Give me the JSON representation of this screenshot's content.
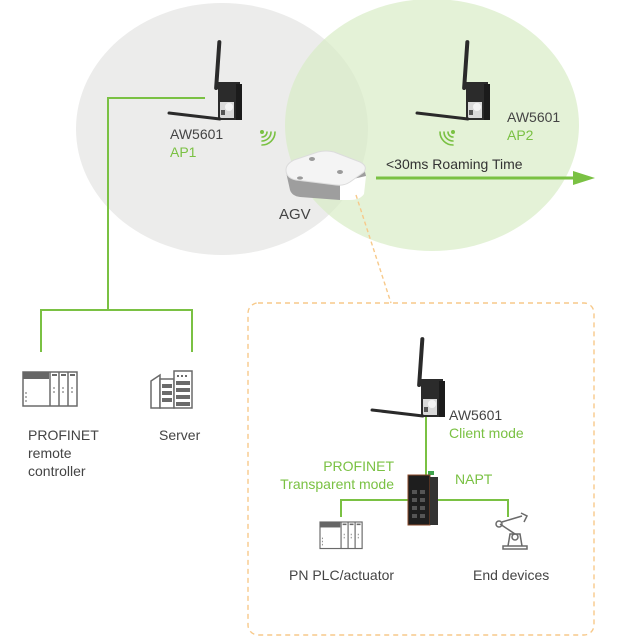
{
  "colors": {
    "accent_green": "#7ac143",
    "circle_ap1": "#ececeb",
    "circle_ap2": "#e4f1d9",
    "dashed_box": "#f7c98a",
    "text_dark": "#444444"
  },
  "coverage": {
    "ap1": {
      "model": "AW5601",
      "role": "AP1"
    },
    "ap2": {
      "model": "AW5601",
      "role": "AP2"
    },
    "agv_label": "AGV",
    "roaming_label": "<30ms Roaming Time"
  },
  "backbone": {
    "devices": [
      {
        "name": "profinet-remote-controller",
        "icon": "plc-rack-icon",
        "label_lines": [
          "PROFINET",
          "remote",
          "controller"
        ]
      },
      {
        "name": "server",
        "icon": "server-icon",
        "label_lines": [
          "Server"
        ]
      }
    ]
  },
  "agv_detail": {
    "client": {
      "model": "AW5601",
      "mode": "Client mode"
    },
    "switch_icon": "ethernet-switch-icon",
    "left_link_label_lines": [
      "PROFINET",
      "Transparent mode"
    ],
    "right_link_label": "NAPT",
    "endpoints": [
      {
        "name": "pn-plc-actuator",
        "icon": "plc-rack-icon",
        "label": "PN PLC/actuator"
      },
      {
        "name": "end-devices",
        "icon": "robot-arm-icon",
        "label": "End devices"
      }
    ]
  }
}
